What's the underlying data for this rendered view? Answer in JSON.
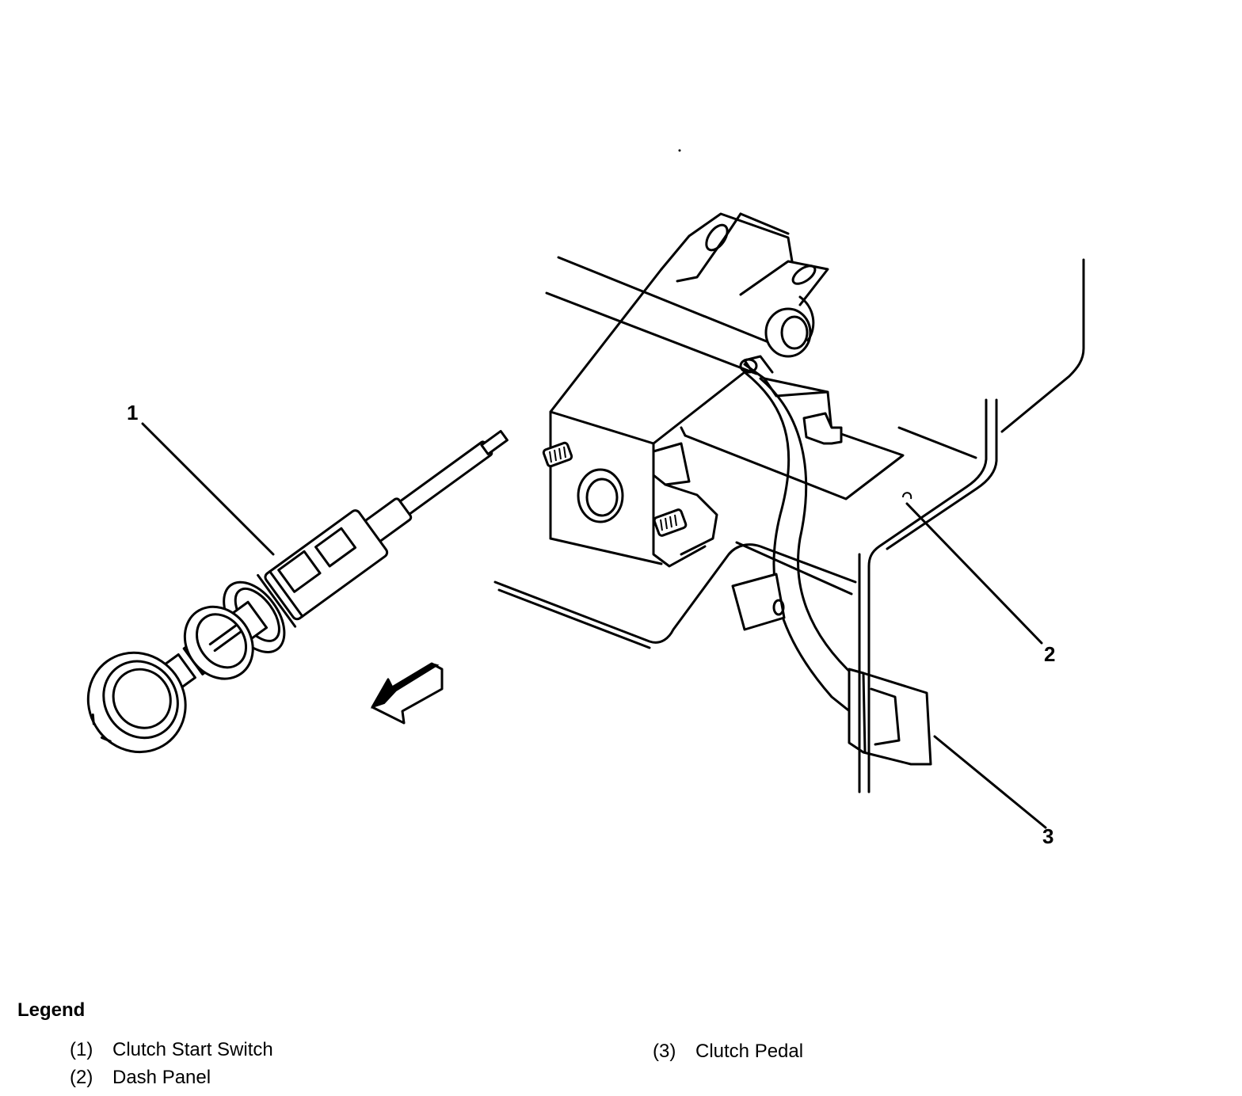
{
  "callouts": [
    {
      "id": "1",
      "label": "1"
    },
    {
      "id": "2",
      "label": "2"
    },
    {
      "id": "3",
      "label": "3"
    }
  ],
  "legend": {
    "title": "Legend",
    "items": [
      {
        "num": "(1)",
        "text": "Clutch Start Switch"
      },
      {
        "num": "(2)",
        "text": "Dash Panel"
      },
      {
        "num": "(3)",
        "text": "Clutch Pedal"
      }
    ]
  }
}
